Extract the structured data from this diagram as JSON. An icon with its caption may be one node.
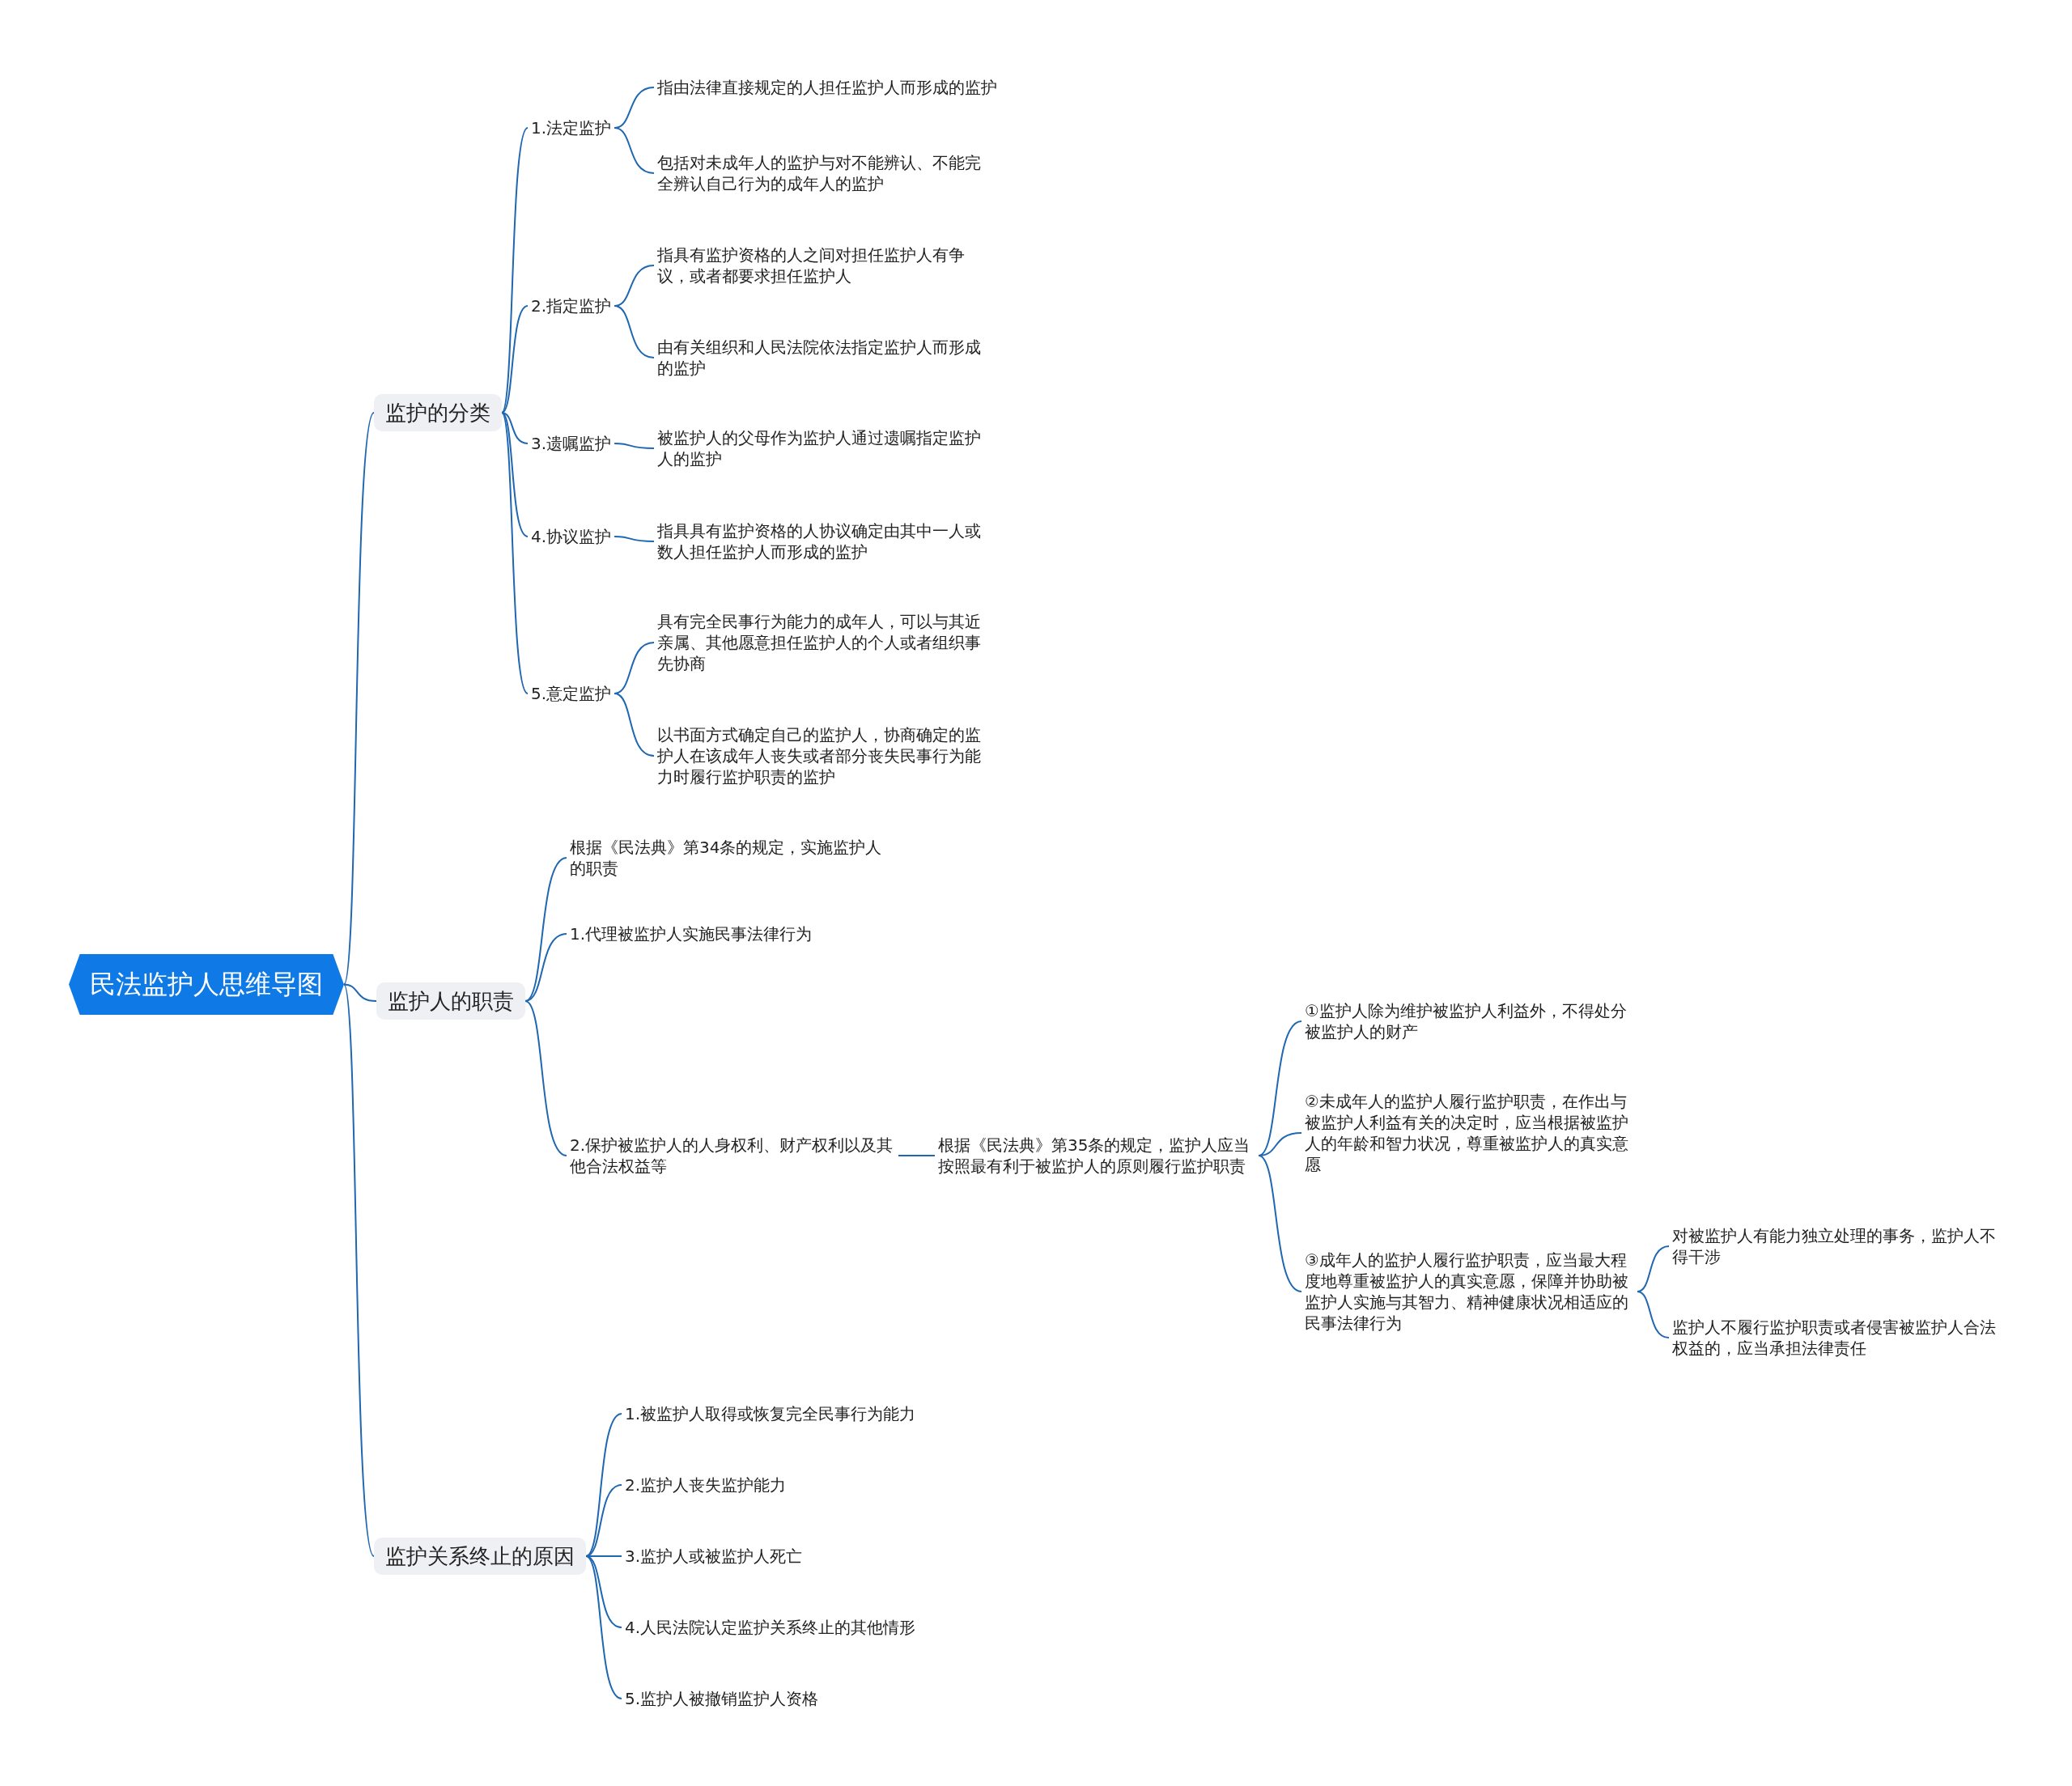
{
  "diagram": {
    "nodes": [
      {
        "text": [
          "民法监护人思维导图"
        ]
      },
      {
        "text": [
          "监护的分类"
        ]
      },
      {
        "text": [
          "1.法定监护"
        ]
      },
      {
        "text": [
          "指由法律直接规定的人担任监护人而形成的监护"
        ]
      },
      {
        "text": [
          "包括对未成年人的监护与对不能辨认、不能完全辨认自己行为的成年人的监护"
        ]
      },
      {
        "text": [
          "2.指定监护"
        ]
      },
      {
        "text": [
          "指具有监护资格的人之间对担任监护人有争议，或者都要求担任监护人"
        ]
      },
      {
        "text": [
          "由有关组织和人民法院依法指定监护人而形成的监护"
        ]
      },
      {
        "text": [
          "3.遗嘱监护"
        ]
      },
      {
        "text": [
          "被监护人的父母作为监护人通过遗嘱指定监护人的监护"
        ]
      },
      {
        "text": [
          "4.协议监护"
        ]
      },
      {
        "text": [
          "指具具有监护资格的人协议确定由其中一人或数人担任监护人而形成的监护"
        ]
      },
      {
        "text": [
          "5.意定监护"
        ]
      },
      {
        "text": [
          "具有完全民事行为能力的成年人，可以与其近亲属、其他愿意担任监护人的个人或者组织事先协商"
        ]
      },
      {
        "text": [
          "以书面方式确定自己的监护人，协商确定的监护人在该成年人丧失或者部分丧失民事行为能力时履行监护职责的监护"
        ]
      },
      {
        "text": [
          "监护人的职责"
        ]
      },
      {
        "text": [
          "根据《民法典》第34条的规定，实施监护人的职责"
        ]
      },
      {
        "text": [
          "1.代理被监护人实施民事法律行为"
        ]
      },
      {
        "text": [
          "2.保护被监护人的人身权利、财产权利以及其他合法权益等"
        ]
      },
      {
        "text": [
          "根据《民法典》第35条的规定，监护人应当按照最有利于被监护人的原则履行监护职责"
        ]
      },
      {
        "text": [
          "①监护人除为维护被监护人利益外，不得处分被监护人的财产"
        ]
      },
      {
        "text": [
          "②未成年人的监护人履行监护职责，在作出与被监护人利益有关的决定时，应当根据被监护人的年龄和智力状况，尊重被监护人的真实意愿"
        ]
      },
      {
        "text": [
          "③成年人的监护人履行监护职责，应当最大程度地尊重被监护人的真实意愿，保障并协助被监护人实施与其智力、精神健康状况相适应的民事法律行为"
        ]
      },
      {
        "text": [
          "对被监护人有能力独立处理的事务，监护人不得干涉"
        ]
      },
      {
        "text": [
          "监护人不履行监护职责或者侵害被监护人合法权益的，应当承担法律责任"
        ]
      },
      {
        "text": [
          "监护关系终止的原因"
        ]
      },
      {
        "text": [
          "1.被监护人取得或恢复完全民事行为能力"
        ]
      },
      {
        "text": [
          "2.监护人丧失监护能力"
        ]
      },
      {
        "text": [
          "3.监护人或被监护人死亡"
        ]
      },
      {
        "text": [
          "4.人民法院认定监护关系终止的其他情形"
        ]
      },
      {
        "text": [
          "5.监护人被撤销监护人资格"
        ]
      }
    ],
    "edges": [
      {
        "from": 0,
        "to": 1,
        "arrow": "none"
      },
      {
        "from": 0,
        "to": 15,
        "arrow": "none"
      },
      {
        "from": 0,
        "to": 25,
        "arrow": "none"
      },
      {
        "from": 1,
        "to": 2,
        "arrow": "none"
      },
      {
        "from": 1,
        "to": 5,
        "arrow": "none"
      },
      {
        "from": 1,
        "to": 8,
        "arrow": "none"
      },
      {
        "from": 1,
        "to": 10,
        "arrow": "none"
      },
      {
        "from": 1,
        "to": 12,
        "arrow": "none"
      },
      {
        "from": 2,
        "to": 3,
        "arrow": "none"
      },
      {
        "from": 2,
        "to": 4,
        "arrow": "none"
      },
      {
        "from": 5,
        "to": 6,
        "arrow": "none"
      },
      {
        "from": 5,
        "to": 7,
        "arrow": "none"
      },
      {
        "from": 8,
        "to": 9,
        "arrow": "none"
      },
      {
        "from": 10,
        "to": 11,
        "arrow": "none"
      },
      {
        "from": 12,
        "to": 13,
        "arrow": "none"
      },
      {
        "from": 12,
        "to": 14,
        "arrow": "none"
      },
      {
        "from": 15,
        "to": 16,
        "arrow": "none"
      },
      {
        "from": 15,
        "to": 17,
        "arrow": "none"
      },
      {
        "from": 15,
        "to": 18,
        "arrow": "none"
      },
      {
        "from": 18,
        "to": 19,
        "arrow": "none"
      },
      {
        "from": 19,
        "to": 20,
        "arrow": "none"
      },
      {
        "from": 19,
        "to": 21,
        "arrow": "none"
      },
      {
        "from": 19,
        "to": 22,
        "arrow": "none"
      },
      {
        "from": 22,
        "to": 23,
        "arrow": "none"
      },
      {
        "from": 22,
        "to": 24,
        "arrow": "none"
      },
      {
        "from": 25,
        "to": 26,
        "arrow": "none"
      },
      {
        "from": 25,
        "to": 27,
        "arrow": "none"
      },
      {
        "from": 25,
        "to": 28,
        "arrow": "none"
      },
      {
        "from": 25,
        "to": 29,
        "arrow": "none"
      },
      {
        "from": 25,
        "to": 30,
        "arrow": "none"
      }
    ]
  }
}
